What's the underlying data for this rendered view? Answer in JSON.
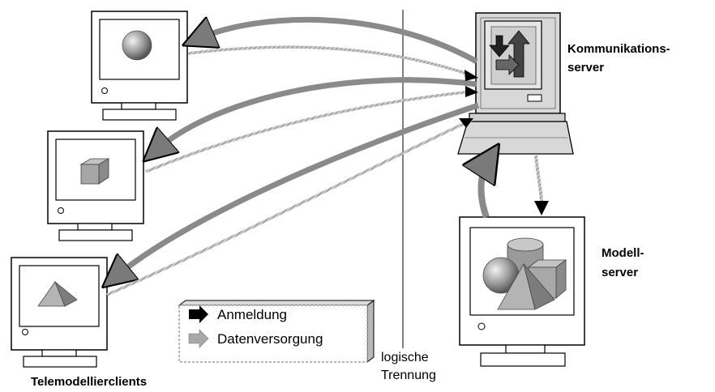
{
  "labels": {
    "comm_server_line1": "Kommunikations-",
    "comm_server_line2": "server",
    "model_server_line1": "Modell-",
    "model_server_line2": "server",
    "clients": "Telemodellierclients",
    "separation_line1": "logische",
    "separation_line2": "Trennung"
  },
  "legend": {
    "items": [
      {
        "label": "Anmeldung",
        "icon": "black-arrow-icon",
        "color": "#000000"
      },
      {
        "label": "Datenversorgung",
        "icon": "gray-arrow-icon",
        "color": "#a0a0a0"
      }
    ]
  },
  "colors": {
    "registration_arrow": "#808080",
    "data_arrow": "#b4b4b4",
    "monitor_face": "#ffffff",
    "screen_fill": "#d0d0d0",
    "computer_body": "#d8d8d8"
  }
}
